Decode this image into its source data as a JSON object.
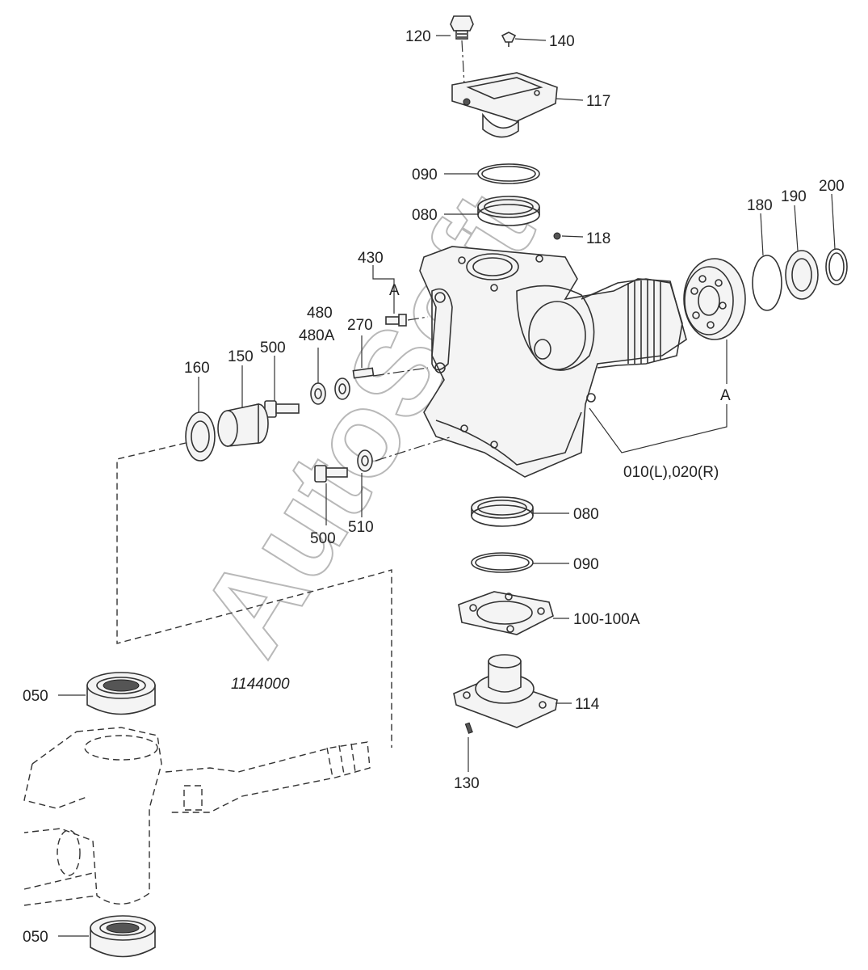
{
  "watermark": "AutoSoft",
  "assembly_ref": "1144000",
  "reference_letter": "A",
  "labels": {
    "p120": "120",
    "p140": "140",
    "p117": "117",
    "p090_top": "090",
    "p080_top": "080",
    "p118": "118",
    "p430": "430",
    "p480": "480",
    "p480a": "480A",
    "p270": "270",
    "p160": "160",
    "p150": "150",
    "p500_left": "500",
    "p180": "180",
    "p190": "190",
    "p200": "200",
    "p010_020": "010(L),020(R)",
    "p500_bottom": "500",
    "p510": "510",
    "p080_bottom": "080",
    "p090_bottom": "090",
    "p100": "100-100A",
    "p114": "114",
    "p130": "130",
    "p050_top": "050",
    "p050_bottom": "050"
  }
}
